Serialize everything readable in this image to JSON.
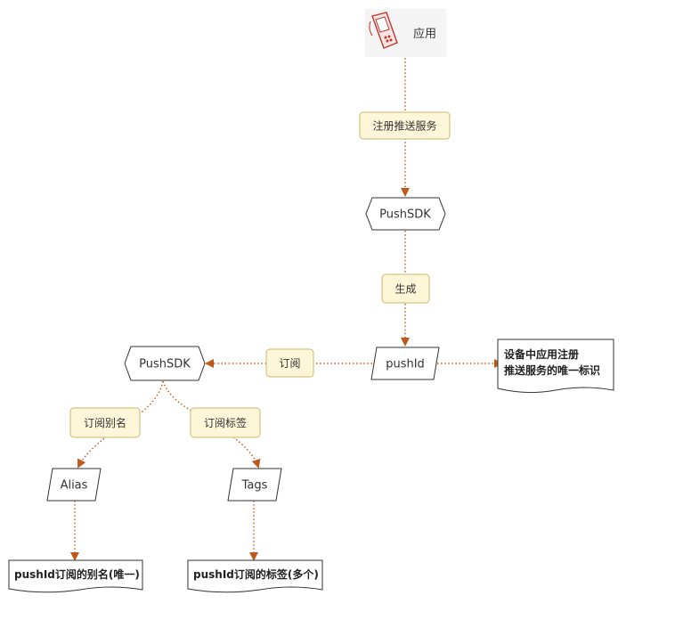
{
  "colors": {
    "connector": "#c0581a",
    "tag_fill": "#fdf6d8",
    "tag_border": "#cdb86a",
    "stroke": "#333333"
  },
  "nodes": {
    "app": {
      "label": "应用",
      "icon": "mobile-phone-icon"
    },
    "pushsdk_top": {
      "label": "PushSDK"
    },
    "pushid": {
      "label": "pushId"
    },
    "pushsdk_left": {
      "label": "PushSDK"
    },
    "alias": {
      "label": "Alias"
    },
    "tags": {
      "label": "Tags"
    },
    "pushid_note": {
      "line1": "设备中应用注册",
      "line2": "推送服务的唯一标识"
    },
    "alias_note": {
      "label": "pushId订阅的别名(唯一)"
    },
    "tags_note": {
      "label": "pushId订阅的标签(多个)"
    }
  },
  "edge_labels": {
    "register": "注册推送服务",
    "generate": "生成",
    "subscribe": "订阅",
    "subscribe_alias": "订阅别名",
    "subscribe_tags": "订阅标签"
  }
}
